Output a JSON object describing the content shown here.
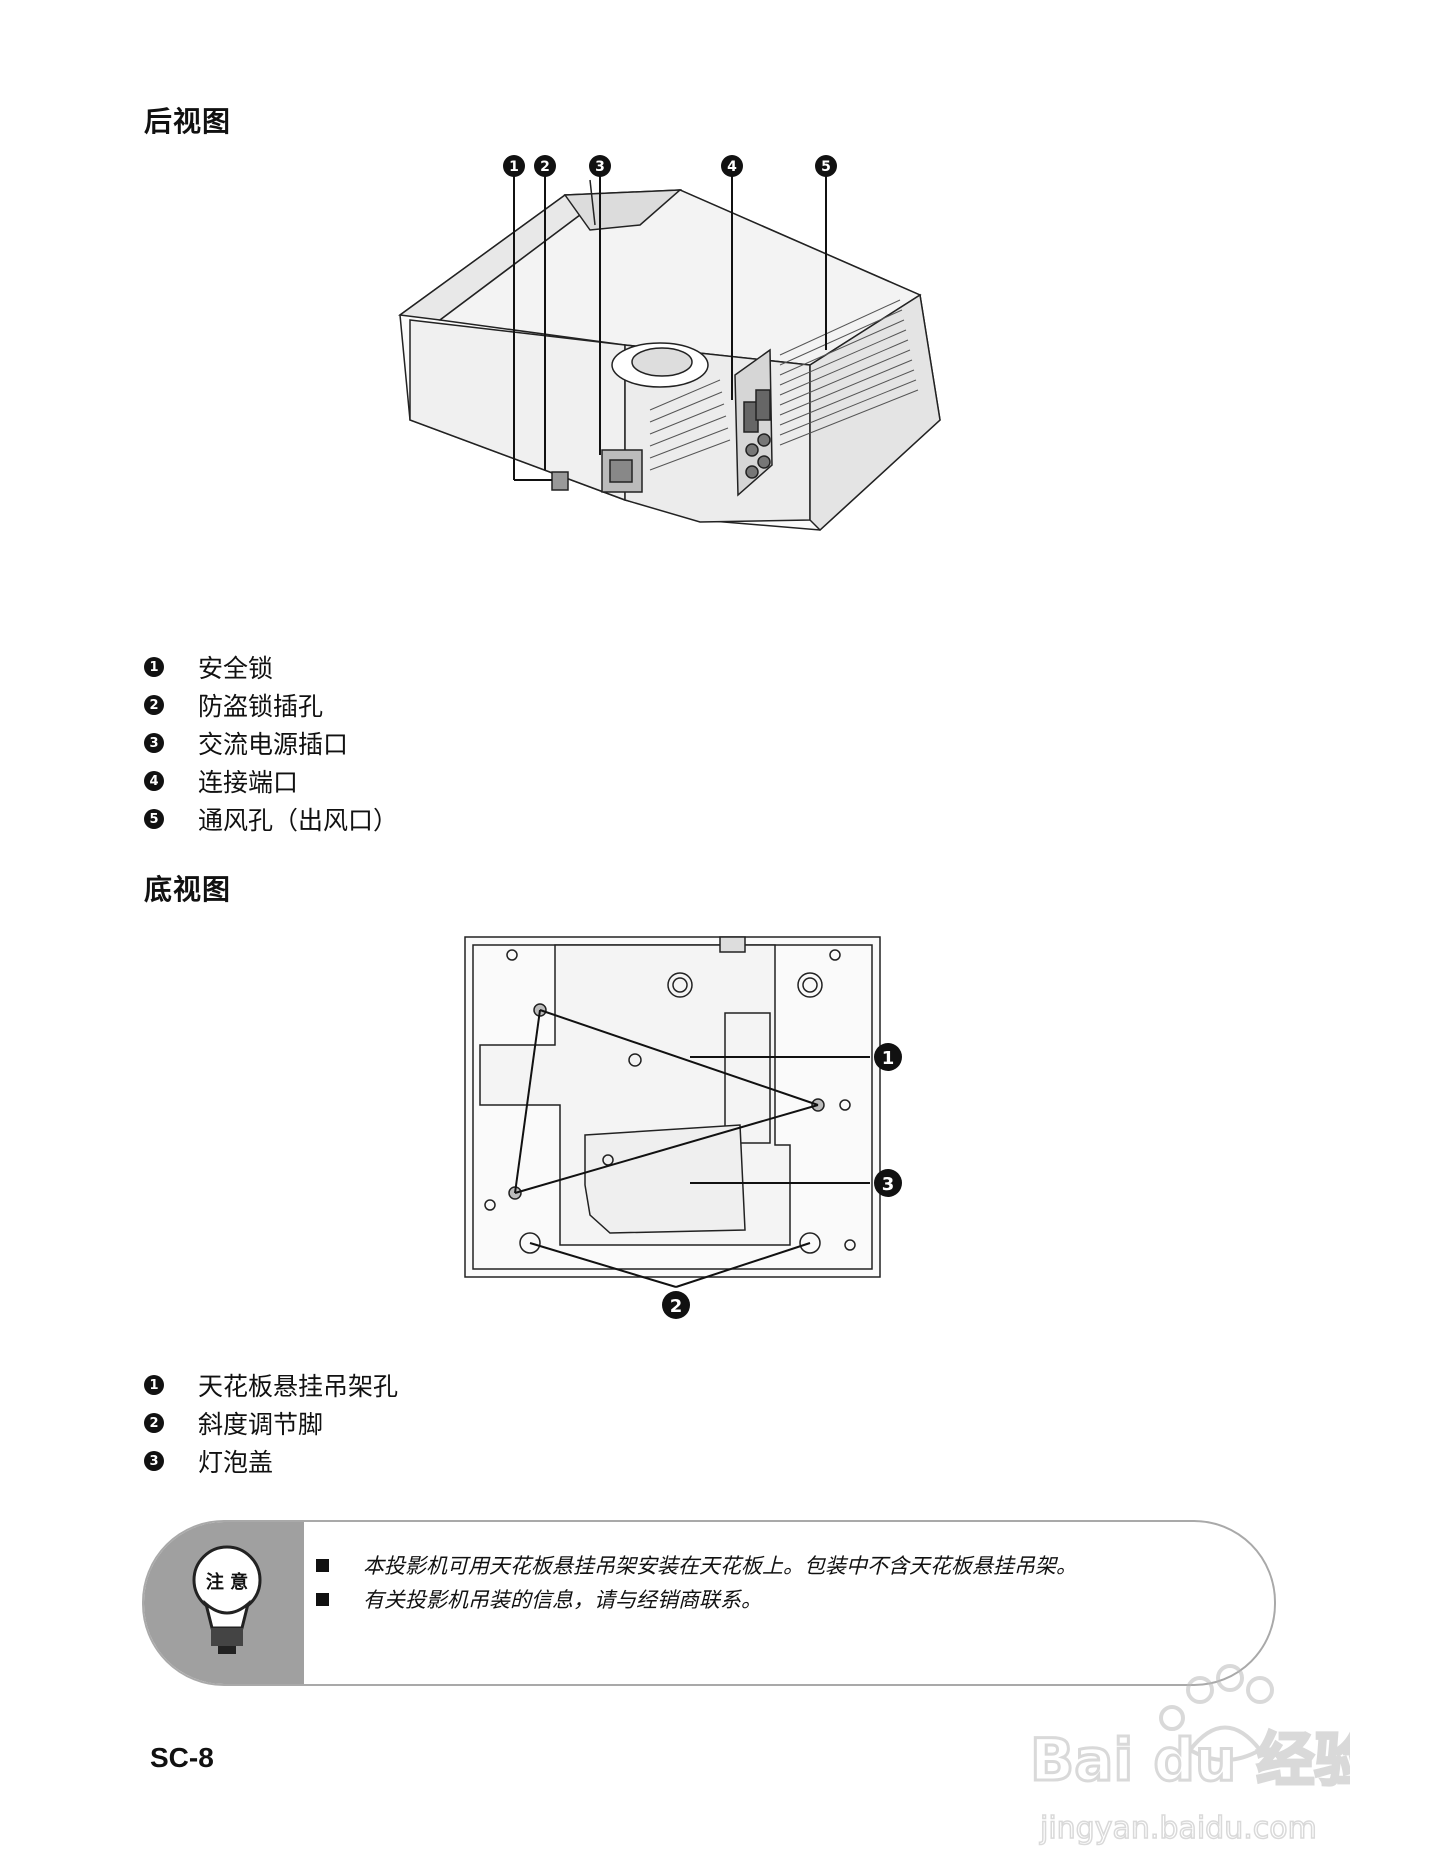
{
  "rear_view": {
    "heading": "后视图",
    "callouts": [
      "1",
      "2",
      "3",
      "4",
      "5"
    ],
    "items": [
      {
        "num": "1",
        "label": "安全锁"
      },
      {
        "num": "2",
        "label": "防盗锁插孔"
      },
      {
        "num": "3",
        "label": "交流电源插口"
      },
      {
        "num": "4",
        "label": "连接端口"
      },
      {
        "num": "5",
        "label": "通风孔（出风口）"
      }
    ]
  },
  "bottom_view": {
    "heading": "底视图",
    "callouts": [
      "1",
      "2",
      "3"
    ],
    "items": [
      {
        "num": "1",
        "label": "天花板悬挂吊架孔"
      },
      {
        "num": "2",
        "label": "斜度调节脚"
      },
      {
        "num": "3",
        "label": "灯泡盖"
      }
    ]
  },
  "note": {
    "icon_label": "注 意",
    "icon": "lightbulb-icon",
    "lines": [
      "本投影机可用天花板悬挂吊架安装在天花板上。包装中不含天花板悬挂吊架。",
      "有关投影机吊装的信息，请与经销商联系。"
    ]
  },
  "page_number": "SC-8",
  "watermark": {
    "brand_text": "Bai du 经验",
    "url_text": "jingyan.baidu.com"
  }
}
